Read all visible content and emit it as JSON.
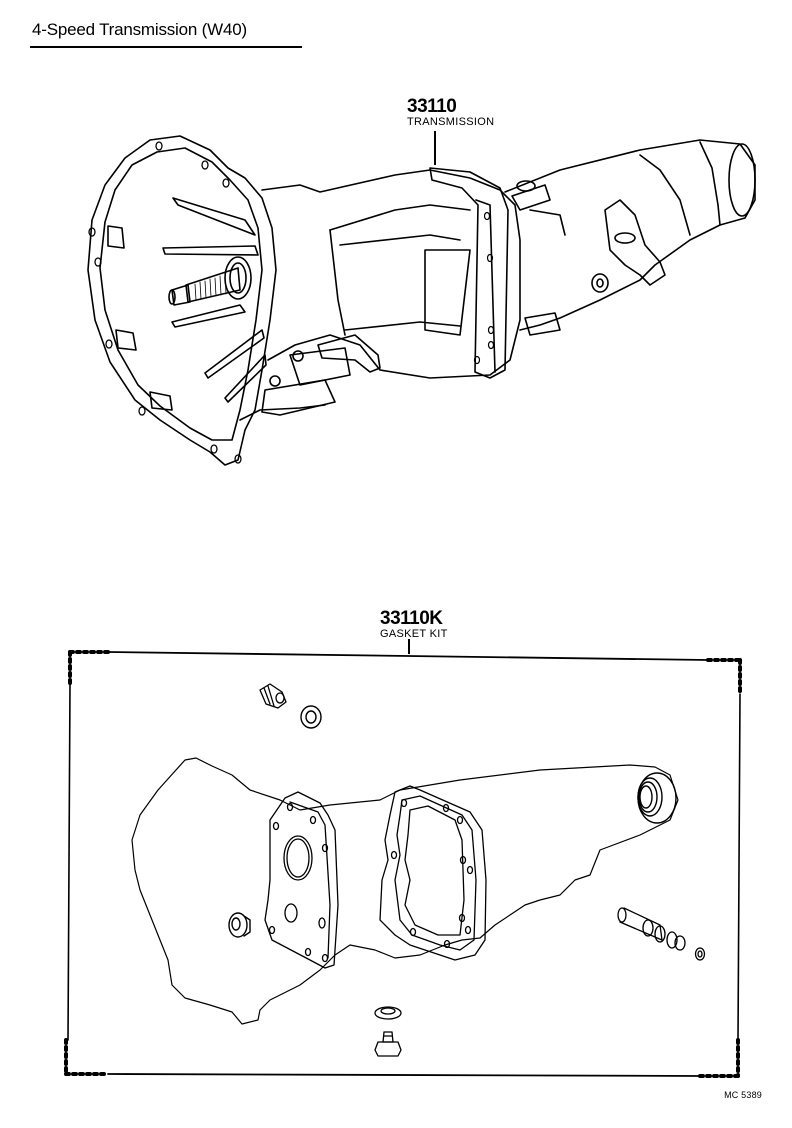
{
  "title": "4-Speed Transmission (W40)",
  "parts": [
    {
      "part_number": "33110",
      "name": "TRANSMISSION"
    },
    {
      "part_number": "33110K",
      "name": "GASKET KIT"
    }
  ],
  "kit_contents_drawn": [
    "drain plug with gasket (upper left)",
    "front bearing retainer oil seal",
    "transmission case front gasket plate",
    "extension housing gasket",
    "extension housing rear oil seal",
    "shift lever shaft seals / O-rings",
    "small O-ring",
    "filler plug with gasket (bottom center)"
  ],
  "reference_code": "MC 5389",
  "colors": {
    "ink": "#000000",
    "paper": "#ffffff"
  }
}
